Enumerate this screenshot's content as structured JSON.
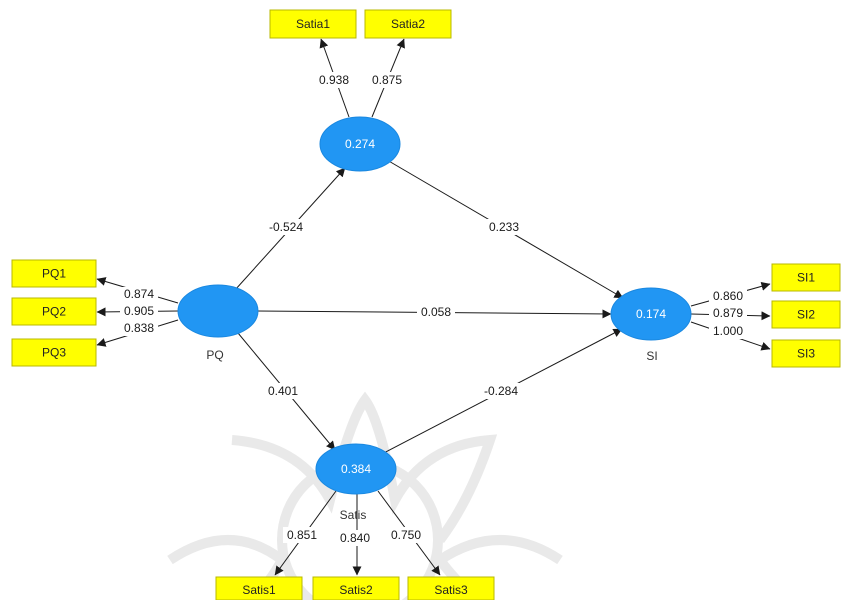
{
  "constructs": {
    "sat": {
      "label": "",
      "value": "0.274"
    },
    "pq": {
      "label": "PQ",
      "value": ""
    },
    "si": {
      "label": "SI",
      "value": "0.174"
    },
    "satis": {
      "label": "Satis",
      "value": "0.384"
    }
  },
  "indicators": {
    "satia1": "Satia1",
    "satia2": "Satia2",
    "pq1": "PQ1",
    "pq2": "PQ2",
    "pq3": "PQ3",
    "si1": "SI1",
    "si2": "SI2",
    "si3": "SI3",
    "satis1": "Satis1",
    "satis2": "Satis2",
    "satis3": "Satis3"
  },
  "loadings": {
    "satia1": "0.938",
    "satia2": "0.875",
    "pq1": "0.874",
    "pq2": "0.905",
    "pq3": "0.838",
    "si1": "0.860",
    "si2": "0.879",
    "si3": "1.000",
    "satis1": "0.851",
    "satis2": "0.840",
    "satis3": "0.750"
  },
  "paths": {
    "pq_sat": "-0.524",
    "sat_si": "0.233",
    "pq_si": "0.058",
    "pq_satis": "0.401",
    "satis_si": "-0.284"
  },
  "colors": {
    "construct_fill": "#2196f3",
    "indicator_fill": "#ffff00",
    "line": "#1a1a1a",
    "watermark": "#e9e9e9"
  }
}
